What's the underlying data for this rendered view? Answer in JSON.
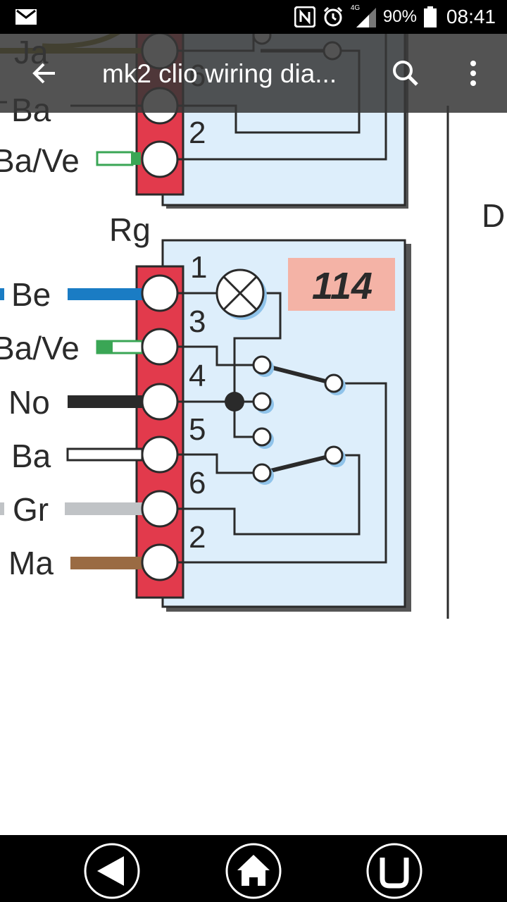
{
  "status_bar": {
    "battery_percent": "90%",
    "time": "08:41",
    "network_type": "4G",
    "battery_level": 0.9,
    "icons": [
      "mail-icon",
      "nfc-icon",
      "alarm-icon",
      "signal-icon",
      "battery-icon"
    ]
  },
  "toolbar": {
    "title": "mk2 clio wiring dia...",
    "icons": [
      "back-arrow-icon",
      "search-icon",
      "overflow-menu-icon"
    ]
  },
  "diagram": {
    "top_connector": {
      "wire_labels": [
        "Ja",
        "Ba",
        "Ba/Ve"
      ],
      "pin_numbers": [
        "6",
        "2"
      ]
    },
    "bottom_connector": {
      "connector_color_label": "Rg",
      "component_number": "114",
      "pin_numbers": [
        "1",
        "3",
        "4",
        "5",
        "6",
        "2"
      ],
      "wire_labels": [
        "Be",
        "Ba/Ve",
        "No",
        "Ba",
        "Gr",
        "Ma"
      ]
    },
    "right_label": "D",
    "colors": {
      "connector_red": "#e23a4c",
      "component_fill": "#ddeefb",
      "badge_fill": "#f4b3a6",
      "wire_blue": "#1a7cc4",
      "wire_green": "#3aa655",
      "wire_black": "#2a2a2a",
      "wire_grey": "#c0c3c6",
      "wire_brown": "#9a6b43",
      "wire_yellow": "#8a7a10"
    }
  },
  "nav_bar": {
    "icons": [
      "nav-back-icon",
      "nav-home-icon",
      "nav-recents-icon"
    ]
  }
}
